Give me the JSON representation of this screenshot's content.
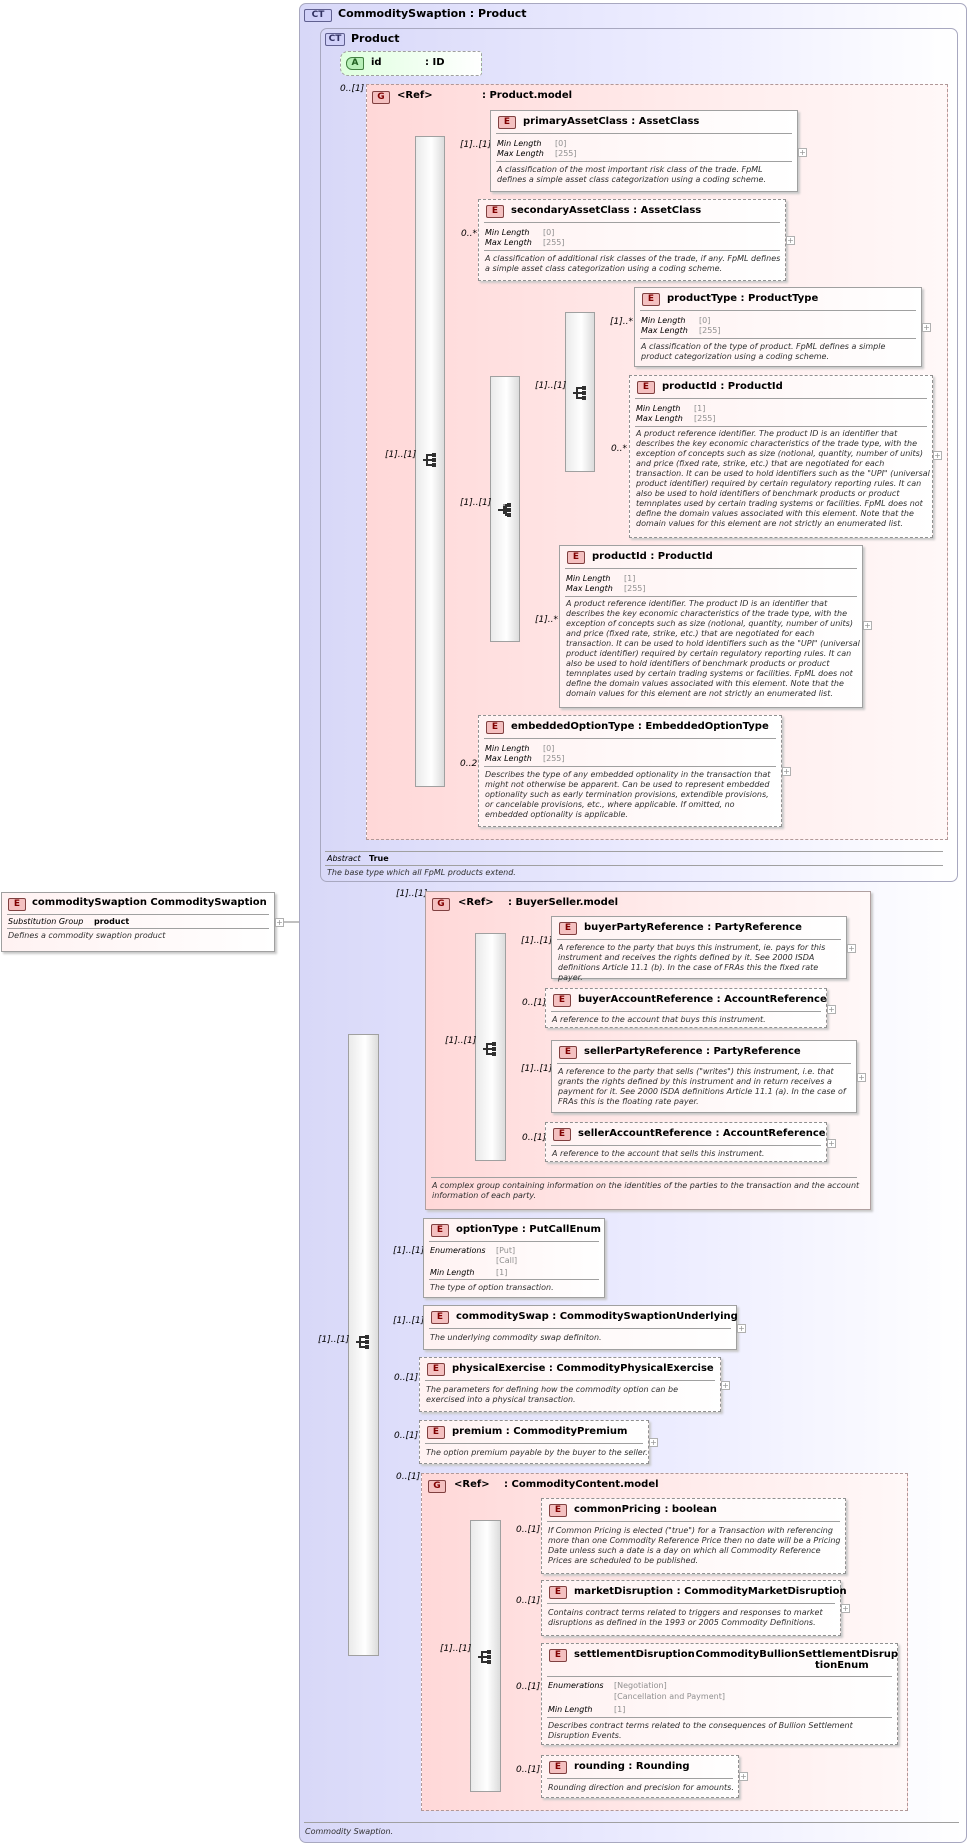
{
  "root": {
    "badge": "E",
    "name": "commoditySwaption",
    "type": "CommoditySwaption",
    "prop_label": "Substitution Group",
    "prop_value": "product",
    "desc": "Defines a commodity swaption product"
  },
  "ct_outer": {
    "badge": "CT",
    "title": "CommoditySwaption : Product",
    "footer": "Commodity Swaption."
  },
  "ct_product": {
    "badge": "CT",
    "title": "Product",
    "abstract_label": "Abstract",
    "abstract_value": "True",
    "desc": "The base type which all FpML products extend."
  },
  "attr_id": {
    "badge": "A",
    "name": "id",
    "type": ": ID"
  },
  "product_model": {
    "badge": "G",
    "ref": "<Ref>",
    "name": ": Product.model",
    "card": "0..[1]"
  },
  "labels": {
    "min_length": "Min Length",
    "max_length": "Max Length",
    "enumerations": "Enumerations"
  },
  "e_badge": "E",
  "g_badge": "G",
  "comp_cards": {
    "pm_seq": "[1]..[1]",
    "choice": "[1]..[1]",
    "inner_seq": "[1]..[1]",
    "outer_seq": "[1]..[1]",
    "bs_seq": "[1]..[1]",
    "cc_seq": "[1]..[1]"
  },
  "elements": {
    "primaryAssetClass": {
      "name": "primaryAssetClass",
      "type": ": AssetClass",
      "card": "[1]..[1]",
      "min": "[0]",
      "max": "[255]",
      "desc": "A classification of the most important risk class of the trade. FpML defines a simple asset class categorization using a coding scheme."
    },
    "secondaryAssetClass": {
      "name": "secondaryAssetClass",
      "type": ": AssetClass",
      "card": "0..*",
      "min": "[0]",
      "max": "[255]",
      "desc": "A classification of additional risk classes of the trade, if any. FpML defines a simple asset class categorization using a coding scheme."
    },
    "productType": {
      "name": "productType",
      "type": ": ProductType",
      "card": "[1]..*",
      "min": "[0]",
      "max": "[255]",
      "desc": "A classification of the type of product. FpML defines a simple product categorization using a coding scheme."
    },
    "productId1": {
      "name": "productId",
      "type": ": ProductId",
      "card": "0..*",
      "min": "[1]",
      "max": "[255]",
      "desc": "A product reference identifier. The product ID is an identifier that describes the key economic characteristics of the trade type, with the exception of concepts such as size (notional, quantity, number of units) and price (fixed rate, strike, etc.) that are negotiated for each transaction. It can be used to hold identifiers such as the \"UPI\" (universal product identifier) required by certain regulatory reporting rules. It can also be used to hold identifiers of benchmark products or product temnplates used by certain trading systems or facilities. FpML does not define the domain values associated with this element. Note that the domain values for this element are not strictly an enumerated list."
    },
    "productId2": {
      "name": "productId",
      "type": ": ProductId",
      "card": "[1]..*",
      "min": "[1]",
      "max": "[255]",
      "desc": "A product reference identifier. The product ID is an identifier that describes the key economic characteristics of the trade type, with the exception of concepts such as size (notional, quantity, number of units) and price (fixed rate, strike, etc.) that are negotiated for each transaction. It can be used to hold identifiers such as the \"UPI\" (universal product identifier) required by certain regulatory reporting rules. It can also be used to hold identifiers of benchmark products or product temnplates used by certain trading systems or facilities. FpML does not define the domain values associated with this element. Note that the domain values for this element are not strictly an enumerated list."
    },
    "embeddedOptionType": {
      "name": "embeddedOptionType",
      "type": ": EmbeddedOptionType",
      "card": "0..2",
      "min": "[0]",
      "max": "[255]",
      "desc": "Describes the type of any embedded optionality in the transaction that might not otherwise be apparent. Can be used to represent embedded optionality such as early termination provisions, extendible provisions, or cancelable provisions, etc., where applicable. If omitted, no embedded optionality is applicable."
    },
    "buyerPartyReference": {
      "name": "buyerPartyReference",
      "type": ": PartyReference",
      "card": "[1]..[1]",
      "desc": "A reference to the party that buys this instrument, ie. pays for this instrument and receives the rights defined by it. See 2000 ISDA definitions Article 11.1 (b). In the case of FRAs this the fixed rate payer."
    },
    "buyerAccountReference": {
      "name": "buyerAccountReference",
      "type": ": AccountReference",
      "card": "0..[1]",
      "desc": "A reference to the account that buys this instrument."
    },
    "sellerPartyReference": {
      "name": "sellerPartyReference",
      "type": ": PartyReference",
      "card": "[1]..[1]",
      "desc": "A reference to the party that sells (\"writes\") this instrument, i.e. that grants the rights defined by this instrument and in return receives a payment for it. See 2000 ISDA definitions Article 11.1 (a). In the case of FRAs this is the floating rate payer."
    },
    "sellerAccountReference": {
      "name": "sellerAccountReference",
      "type": ": AccountReference",
      "card": "0..[1]",
      "desc": "A reference to the account that sells this instrument."
    },
    "optionType": {
      "name": "optionType",
      "type": ": PutCallEnum",
      "card": "[1]..[1]",
      "enum1": "[Put]",
      "enum2": "[Call]",
      "min": "[1]",
      "desc": "The type of option transaction."
    },
    "commoditySwap": {
      "name": "commoditySwap",
      "type": ": CommoditySwaptionUnderlying",
      "card": "[1]..[1]",
      "desc": "The underlying commodity swap definiton."
    },
    "physicalExercise": {
      "name": "physicalExercise",
      "type": ": CommodityPhysicalExercise",
      "card": "0..[1]",
      "desc": "The parameters for defining how the commodity option can be exercised into a physical transaction."
    },
    "premium": {
      "name": "premium",
      "type": ": CommodityPremium",
      "card": "0..[1]",
      "desc": "The option premium payable by the buyer to the seller."
    },
    "commonPricing": {
      "name": "commonPricing",
      "type": ": boolean",
      "card": "0..[1]",
      "desc": "If Common Pricing is elected (\"true\") for a Transaction with referencing more than one Commodity Reference Price then no date will be a Pricing Date unless such a date is a day on which all Commodity Reference Prices are scheduled to be published."
    },
    "marketDisruption": {
      "name": "marketDisruption",
      "type": ": CommodityMarketDisruption",
      "card": "0..[1]",
      "desc": "Contains contract terms related to triggers and responses to market disruptions as defined in the 1993 or 2005 Commodity Definitions."
    },
    "settlementDisruption": {
      "name": "settlementDisruption",
      "type1": ": CommodityBullionSettlementDisrup",
      "type2": "tionEnum",
      "card": "0..[1]",
      "enum1": "[Negotiation]",
      "enum2": "[Cancellation and Payment]",
      "min": "[1]",
      "desc": "Describes contract terms related to the consequences of Bullion Settlement Disruption Events."
    },
    "rounding": {
      "name": "rounding",
      "type": ": Rounding",
      "card": "0..[1]",
      "desc": "Rounding direction and precision for amounts."
    }
  },
  "buyer_seller_model": {
    "badge": "G",
    "ref": "<Ref>",
    "name": ": BuyerSeller.model",
    "card": "[1]..[1]",
    "desc": "A complex group containing information on the identities of the parties to the transaction and the account information of each party."
  },
  "commodity_content_model": {
    "badge": "G",
    "ref": "<Ref>",
    "name": ": CommodityContent.model",
    "card": "0..[1]"
  }
}
